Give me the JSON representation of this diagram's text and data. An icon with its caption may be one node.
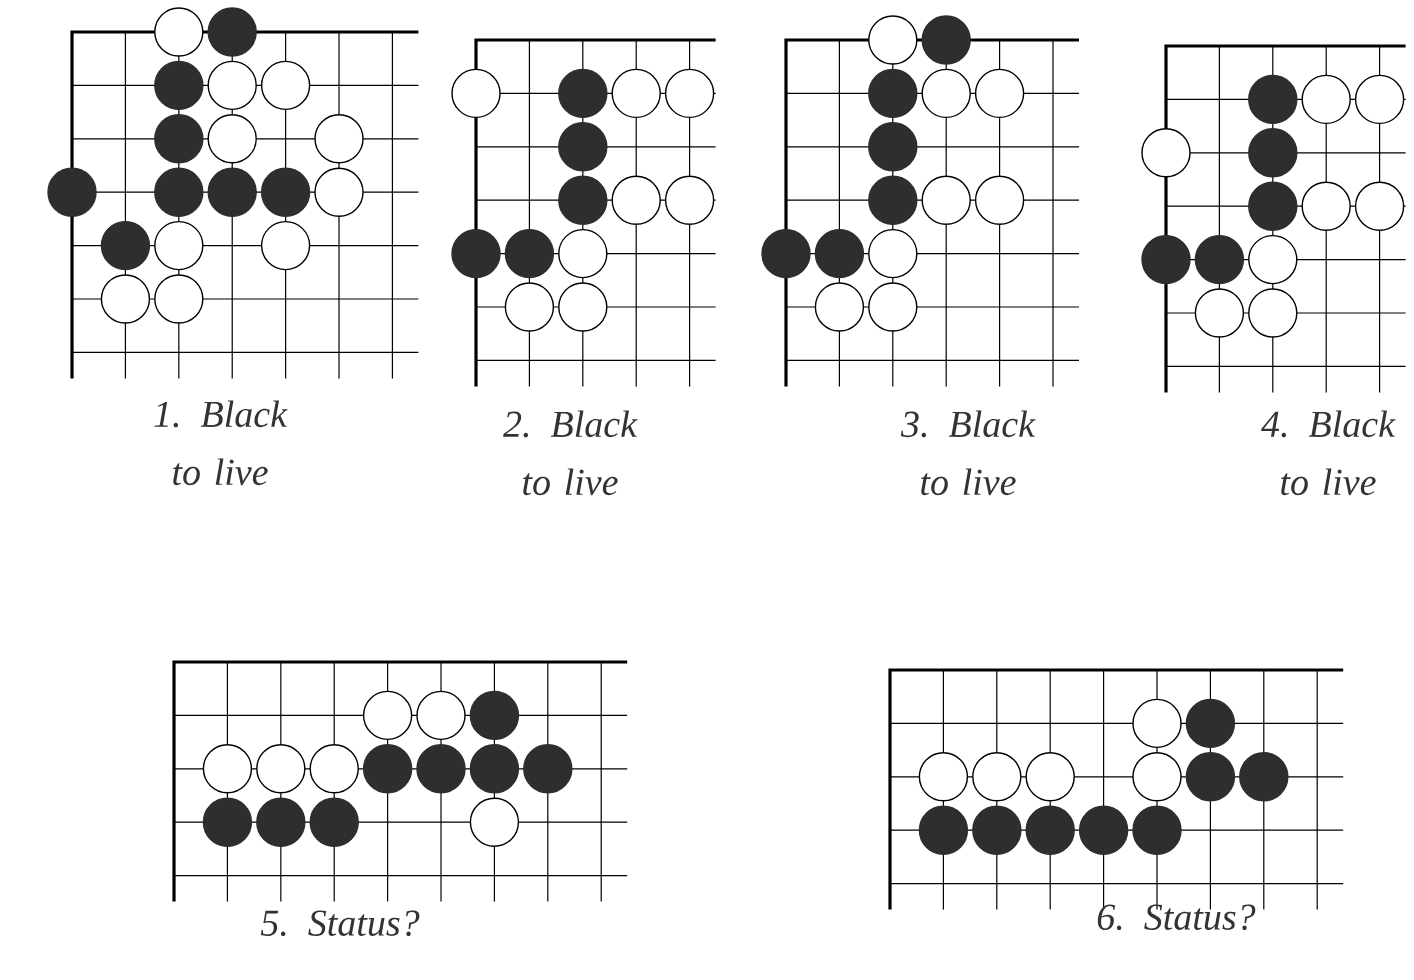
{
  "diagram": {
    "labels": [
      "1. Black to live",
      "2. Black to live",
      "3. Black to live",
      "4. Black to live",
      "5. Status?",
      "6. Status?"
    ]
  }
}
